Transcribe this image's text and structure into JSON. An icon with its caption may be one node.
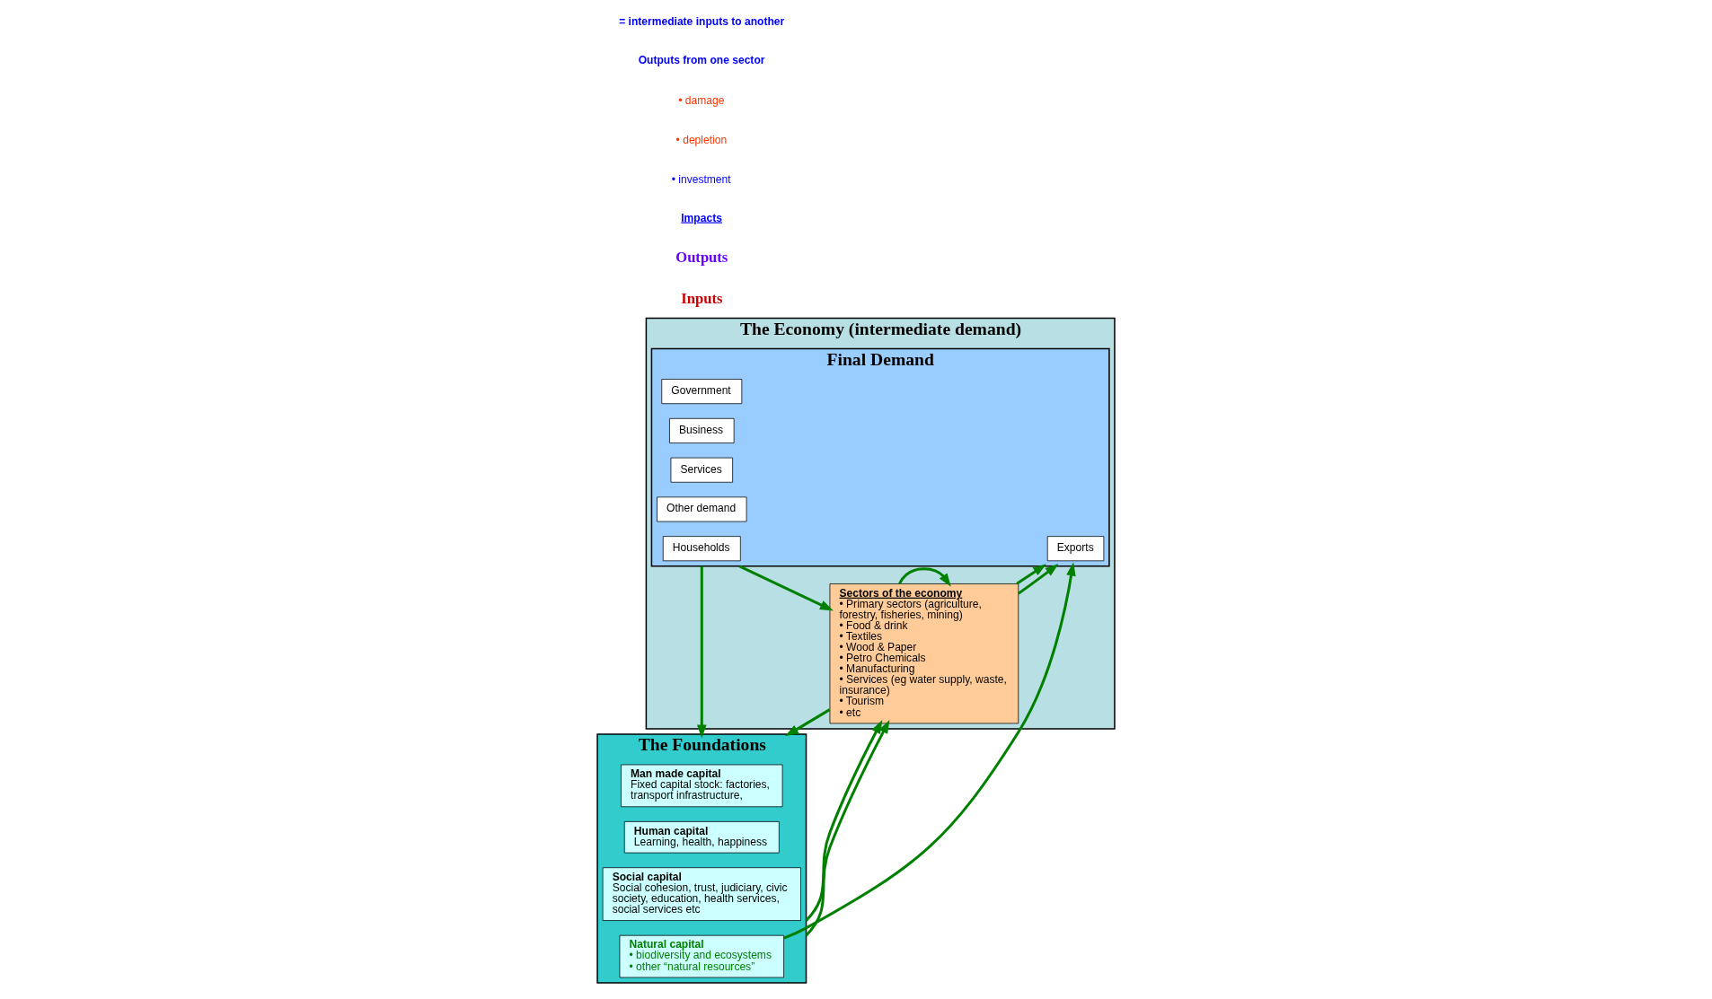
{
  "diagram": {
    "nodes": [
      {
        "text": [
          "The Foundations"
        ]
      },
      {
        "text": [
          "Man made capital",
          "Fixed capital stock: factories, transport infrastructure,"
        ],
        "in": 0
      },
      {
        "text": [
          "Human capital",
          "Learning, health, happiness"
        ],
        "in": 0
      },
      {
        "text": [
          "Social capital",
          "Social cohesion, trust, judiciary, civic society, education, health services, social services etc"
        ],
        "in": 0
      },
      {
        "text": [
          "Natural capital",
          "• biodiversity and ecosystems",
          "• other “natural resources”"
        ],
        "in": 0
      },
      {
        "text": [
          "The Economy (intermediate demand)"
        ]
      },
      {
        "text": [
          "Sectors of the economy",
          "• Primary sectors (agriculture, forestry, fisheries, mining)",
          "• Food & drink",
          "• Textiles",
          "• Wood & Paper",
          "• Petro Chemicals",
          "• Manufacturing",
          "• Services (eg water supply, waste, insurance)",
          "• Tourism",
          "• etc"
        ],
        "in": 5
      },
      {
        "text": [
          "Final Demand"
        ],
        "in": 5
      },
      {
        "text": [
          "Exports"
        ],
        "in": 7
      },
      {
        "text": [
          "Government"
        ],
        "in": 7
      },
      {
        "text": [
          "Business"
        ],
        "in": 7
      },
      {
        "text": [
          "Services"
        ],
        "in": 7
      },
      {
        "text": [
          "Other demand"
        ],
        "in": 7
      },
      {
        "text": [
          "Households"
        ],
        "in": 7
      }
    ],
    "edges": [
      {
        "from": 0,
        "to": 6,
        "arrow": "to"
      },
      {
        "from": 0,
        "to": 6,
        "arrow": "to"
      },
      {
        "from": 6,
        "to": 7,
        "arrow": "to"
      },
      {
        "from": 6,
        "to": 7,
        "arrow": "to"
      },
      {
        "from": 4,
        "to": 7,
        "arrow": "to"
      },
      {
        "from": 6,
        "to": 0,
        "arrow": "to"
      },
      {
        "from": 6,
        "to": 6,
        "arrow": "to"
      },
      {
        "from": 7,
        "to": 0,
        "arrow": "to"
      },
      {
        "from": 7,
        "to": 6,
        "arrow": "to"
      }
    ],
    "labels": [
      "Inputs",
      "Outputs",
      "Impacts",
      "• investment",
      "• depletion",
      "• damage",
      "Outputs from one sector",
      "= intermediate inputs to another"
    ]
  }
}
